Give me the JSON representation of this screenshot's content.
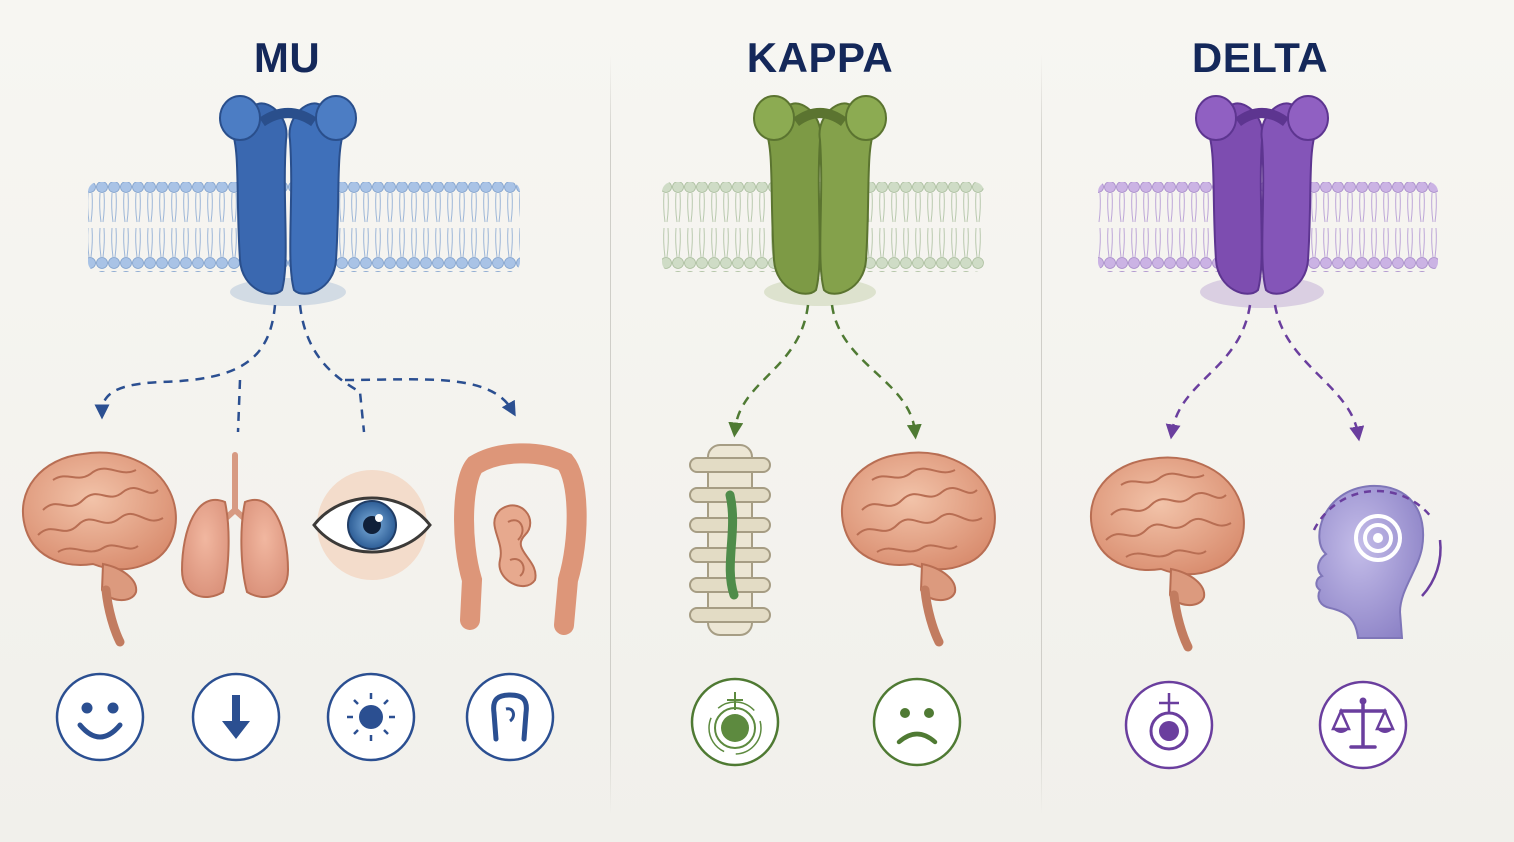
{
  "colors": {
    "mu": "#3a68b0",
    "kappa": "#7d9a45",
    "delta": "#7d4db0",
    "title": "#14285a",
    "organ": "#e8a58a"
  },
  "columns": [
    {
      "key": "mu",
      "title": "MU",
      "organs": [
        "brain-icon",
        "lungs-icon",
        "eye-icon",
        "intestine-icon"
      ],
      "effects": [
        "smile-face-icon",
        "down-arrow-icon",
        "constricted-pupil-icon",
        "intestine-outline-icon"
      ]
    },
    {
      "key": "kappa",
      "title": "KAPPA",
      "organs": [
        "spinal-cord-icon",
        "brain-icon"
      ],
      "effects": [
        "spinal-analgesia-icon",
        "frown-face-icon"
      ]
    },
    {
      "key": "delta",
      "title": "DELTA",
      "organs": [
        "brain-icon",
        "head-mind-icon"
      ],
      "effects": [
        "target-analgesia-icon",
        "balance-scale-icon"
      ]
    }
  ]
}
